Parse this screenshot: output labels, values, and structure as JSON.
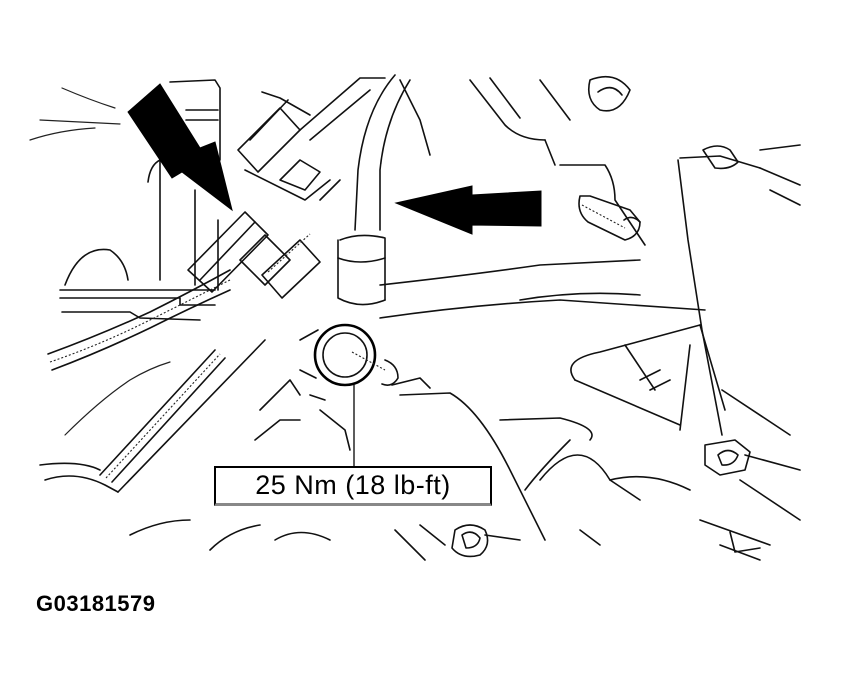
{
  "diagram": {
    "subject": "engine component line illustration with sensor connector and mounting stud",
    "callout": {
      "torque_label": "25 Nm (18 lb-ft)"
    },
    "figure_id": "G03181579",
    "arrows": [
      {
        "name": "diagonal-pointer-arrow",
        "direction": "down-right"
      },
      {
        "name": "horizontal-pointer-arrow",
        "direction": "left"
      }
    ],
    "colors": {
      "line": "#111111",
      "background": "#ffffff",
      "arrow_fill": "#000000"
    }
  }
}
